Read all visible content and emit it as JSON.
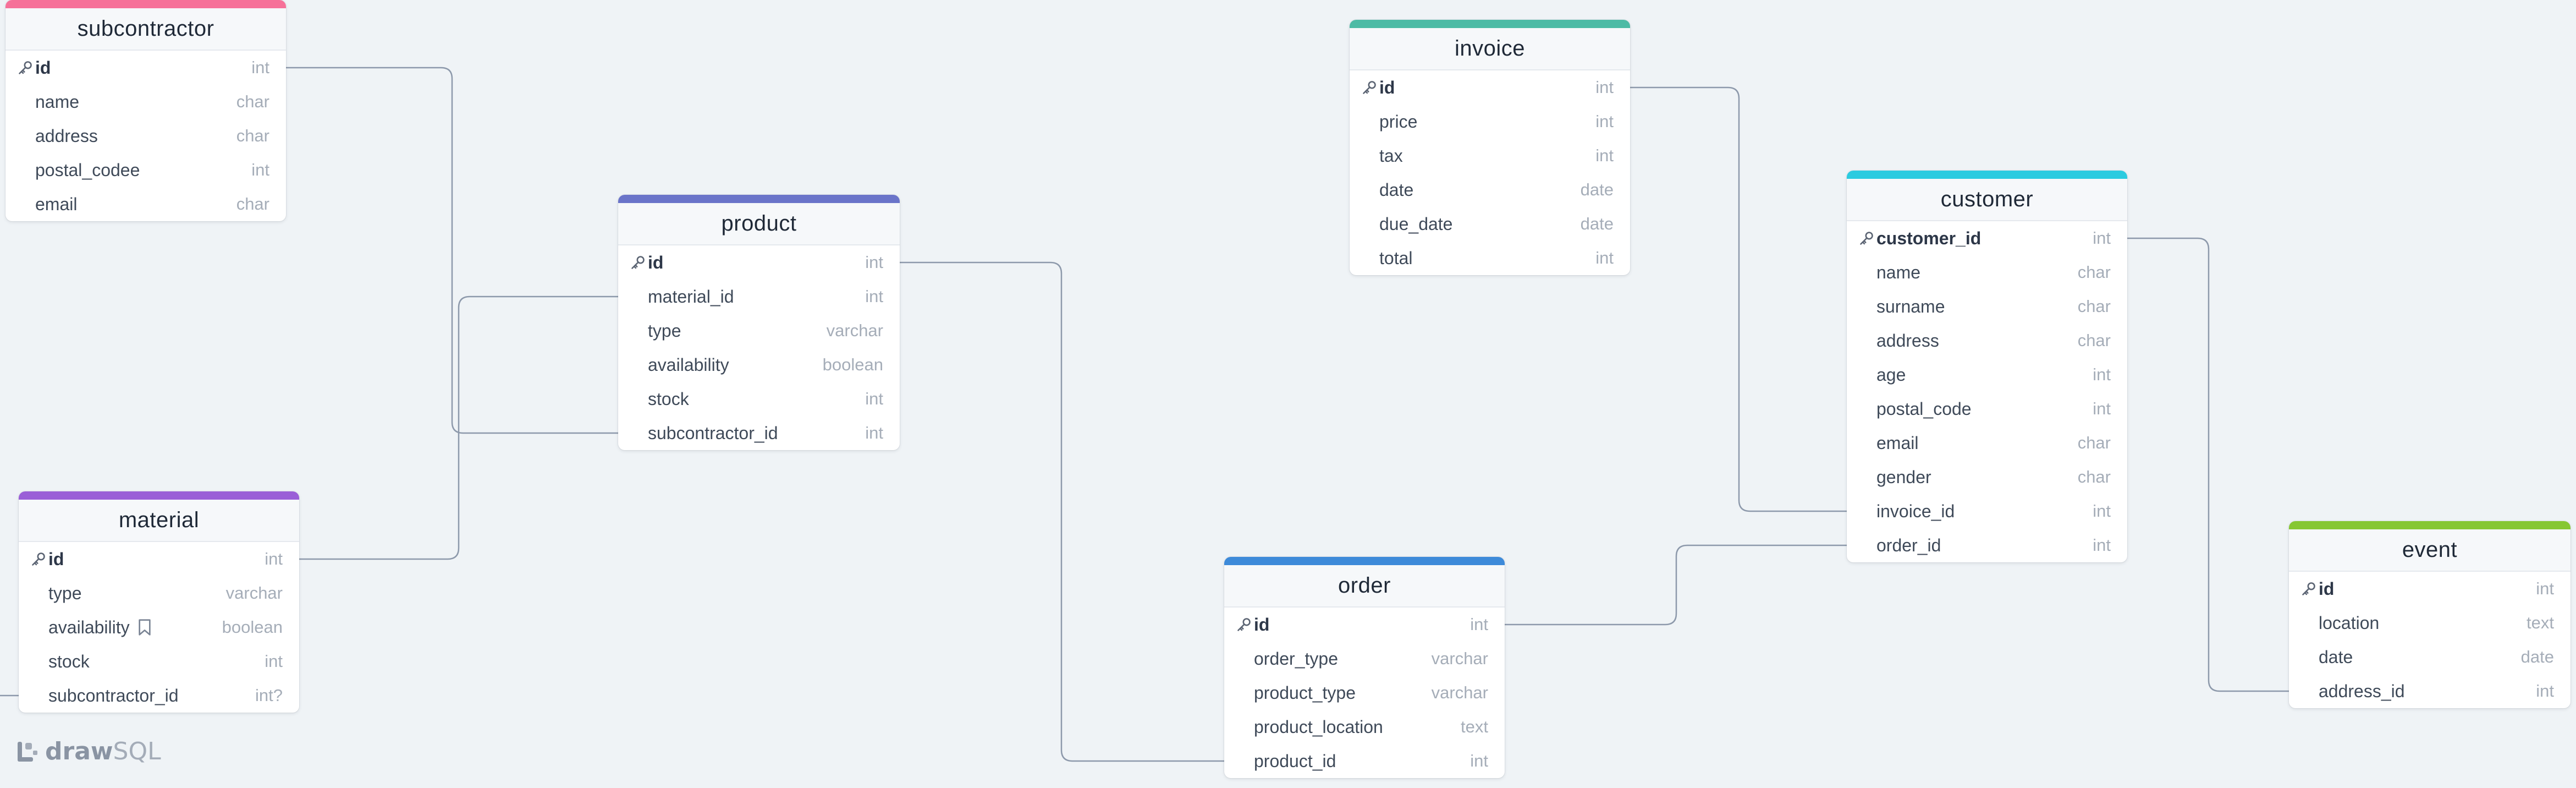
{
  "app": {
    "logo_word1": "draw",
    "logo_word2": "SQL"
  },
  "tables": [
    {
      "id": "subcontractor",
      "name": "subcontractor",
      "color": "#f67199",
      "columns": [
        {
          "name": "id",
          "type": "int",
          "pk": true
        },
        {
          "name": "name",
          "type": "char"
        },
        {
          "name": "address",
          "type": "char"
        },
        {
          "name": "postal_codee",
          "type": "int"
        },
        {
          "name": "email",
          "type": "char"
        }
      ]
    },
    {
      "id": "product",
      "name": "product",
      "color": "#6a74c9",
      "columns": [
        {
          "name": "id",
          "type": "int",
          "pk": true
        },
        {
          "name": "material_id",
          "type": "int"
        },
        {
          "name": "type",
          "type": "varchar"
        },
        {
          "name": "availability",
          "type": "boolean"
        },
        {
          "name": "stock",
          "type": "int"
        },
        {
          "name": "subcontractor_id",
          "type": "int"
        }
      ]
    },
    {
      "id": "material",
      "name": "material",
      "color": "#9a5fd7",
      "columns": [
        {
          "name": "id",
          "type": "int",
          "pk": true
        },
        {
          "name": "type",
          "type": "varchar"
        },
        {
          "name": "availability",
          "type": "boolean",
          "note": true
        },
        {
          "name": "stock",
          "type": "int"
        },
        {
          "name": "subcontractor_id",
          "type": "int?"
        }
      ]
    },
    {
      "id": "invoice",
      "name": "invoice",
      "color": "#4dbba5",
      "columns": [
        {
          "name": "id",
          "type": "int",
          "pk": true
        },
        {
          "name": "price",
          "type": "int"
        },
        {
          "name": "tax",
          "type": "int"
        },
        {
          "name": "date",
          "type": "date"
        },
        {
          "name": "due_date",
          "type": "date"
        },
        {
          "name": "total",
          "type": "int"
        }
      ]
    },
    {
      "id": "order",
      "name": "order",
      "color": "#3d8ad9",
      "columns": [
        {
          "name": "id",
          "type": "int",
          "pk": true
        },
        {
          "name": "order_type",
          "type": "varchar"
        },
        {
          "name": "product_type",
          "type": "varchar"
        },
        {
          "name": "product_location",
          "type": "text"
        },
        {
          "name": "product_id",
          "type": "int"
        }
      ]
    },
    {
      "id": "customer",
      "name": "customer",
      "color": "#2bcbe0",
      "columns": [
        {
          "name": "customer_id",
          "type": "int",
          "pk": true
        },
        {
          "name": "name",
          "type": "char"
        },
        {
          "name": "surname",
          "type": "char"
        },
        {
          "name": "address",
          "type": "char"
        },
        {
          "name": "age",
          "type": "int"
        },
        {
          "name": "postal_code",
          "type": "int"
        },
        {
          "name": "email",
          "type": "char"
        },
        {
          "name": "gender",
          "type": "char"
        },
        {
          "name": "invoice_id",
          "type": "int"
        },
        {
          "name": "order_id",
          "type": "int"
        }
      ]
    },
    {
      "id": "event",
      "name": "event",
      "color": "#86c733",
      "columns": [
        {
          "name": "id",
          "type": "int",
          "pk": true
        },
        {
          "name": "location",
          "type": "text"
        },
        {
          "name": "date",
          "type": "date"
        },
        {
          "name": "address_id",
          "type": "int"
        }
      ]
    }
  ],
  "relations": [
    {
      "from": "subcontractor.id",
      "to": "product.subcontractor_id"
    },
    {
      "from": "material.id",
      "to": "product.material_id"
    },
    {
      "from": "product.id",
      "to": "order.product_id"
    },
    {
      "from": "invoice.id",
      "to": "customer.invoice_id"
    },
    {
      "from": "order.id",
      "to": "customer.order_id"
    },
    {
      "from": "customer.customer_id",
      "to": "event.address_id"
    },
    {
      "from": "material.subcontractor_id",
      "to": "subcontractor.id"
    }
  ],
  "colors": {
    "connector": "#8d99ab",
    "canvas": "#eff3f6"
  }
}
